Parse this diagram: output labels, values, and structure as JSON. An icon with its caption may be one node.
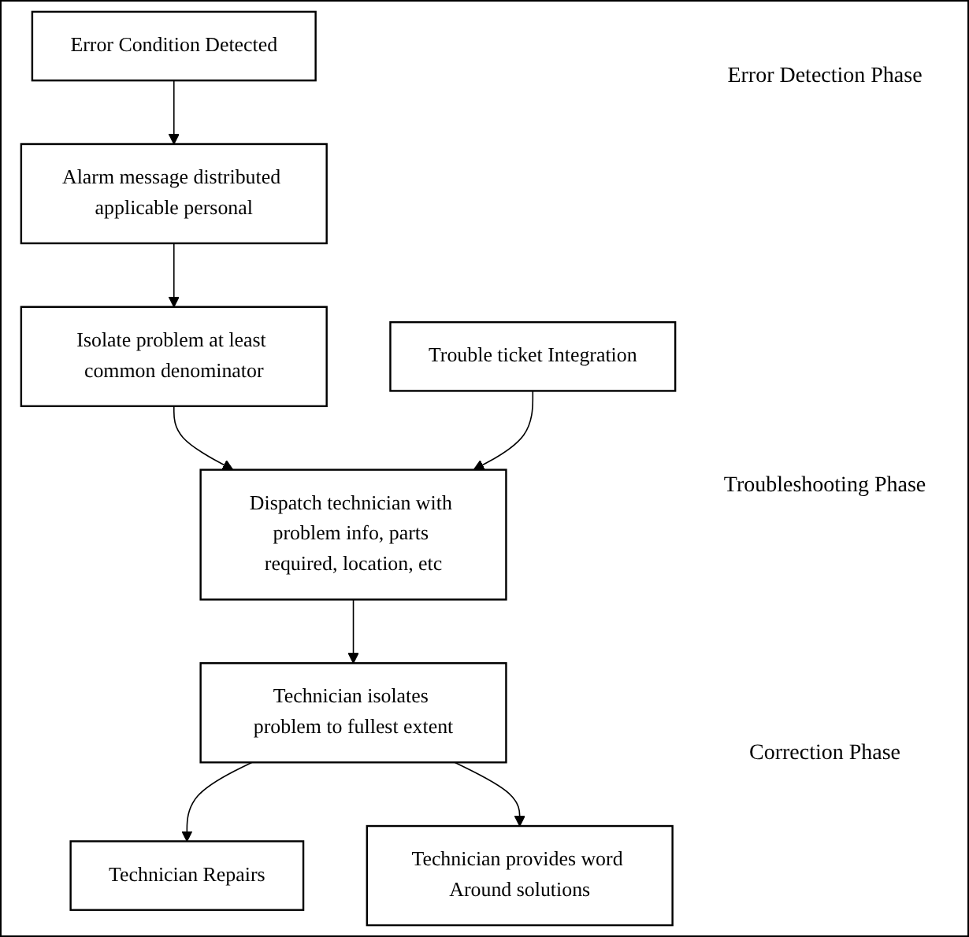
{
  "diagram": {
    "nodes": [
      {
        "text": [
          "Error Condition Detected"
        ]
      },
      {
        "text": [
          "Alarm message distributed applicable personal"
        ]
      },
      {
        "text": [
          "Isolate problem at least common denominator"
        ]
      },
      {
        "text": [
          "Trouble ticket Integration"
        ]
      },
      {
        "text": [
          "Dispatch technician with problem info, parts required, location, etc"
        ]
      },
      {
        "text": [
          "Technician isolates problem to fullest extent"
        ]
      },
      {
        "text": [
          "Technician Repairs"
        ]
      },
      {
        "text": [
          "Technician provides word Around solutions"
        ]
      }
    ],
    "edges": [
      {
        "from": 0,
        "to": 1,
        "arrow": "to"
      },
      {
        "from": 1,
        "to": 2,
        "arrow": "to"
      },
      {
        "from": 2,
        "to": 4,
        "arrow": "to"
      },
      {
        "from": 3,
        "to": 4,
        "arrow": "to"
      },
      {
        "from": 4,
        "to": 5,
        "arrow": "to"
      },
      {
        "from": 5,
        "to": 6,
        "arrow": "to"
      },
      {
        "from": 5,
        "to": 7,
        "arrow": "to"
      }
    ],
    "labels": [
      "Error Detection Phase",
      "Troubleshooting Phase",
      "Correction Phase"
    ]
  }
}
